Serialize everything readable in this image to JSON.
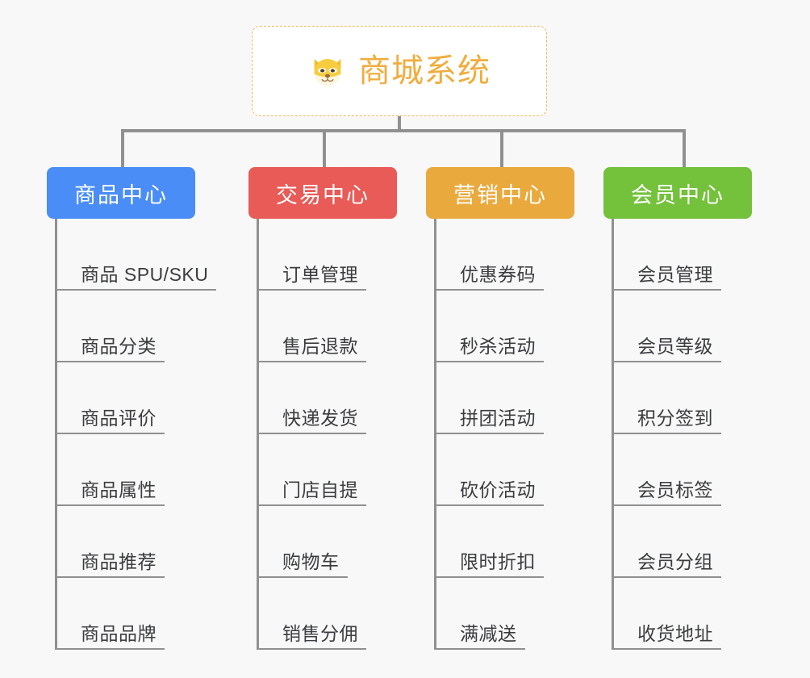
{
  "diagram": {
    "title": "商城系统",
    "root": {
      "label": "商城系统",
      "icon": "shiba-dog-icon",
      "text_color": "#f0ad3e",
      "border_color": "#f0b95a",
      "background": "#ffffff"
    },
    "connector_color": "#909090",
    "canvas_background": "#f8f8f8",
    "leaf_text_color": "#3b3d40",
    "columns": [
      {
        "label": "商品中心",
        "color": "#4a8df6",
        "items": [
          "商品 SPU/SKU",
          "商品分类",
          "商品评价",
          "商品属性",
          "商品推荐",
          "商品品牌"
        ]
      },
      {
        "label": "交易中心",
        "color": "#e85b57",
        "items": [
          "订单管理",
          "售后退款",
          "快递发货",
          "门店自提",
          "购物车",
          "销售分佣"
        ]
      },
      {
        "label": "营销中心",
        "color": "#eaa93c",
        "items": [
          "优惠券码",
          "秒杀活动",
          "拼团活动",
          "砍价活动",
          "限时折扣",
          "满减送"
        ]
      },
      {
        "label": "会员中心",
        "color": "#74c13c",
        "items": [
          "会员管理",
          "会员等级",
          "积分签到",
          "会员标签",
          "会员分组",
          "收货地址"
        ]
      }
    ]
  }
}
